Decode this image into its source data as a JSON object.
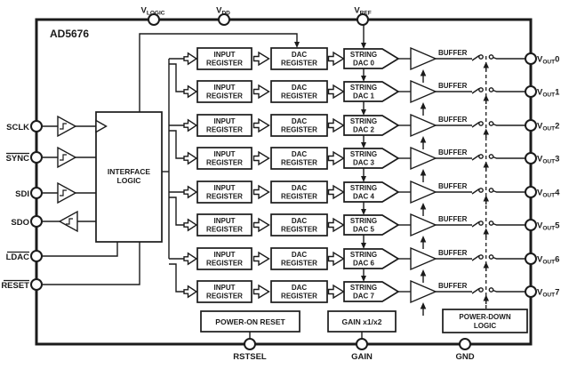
{
  "chip": {
    "title": "AD5676"
  },
  "top_pins": [
    {
      "main": "V",
      "sub": "LOGIC"
    },
    {
      "main": "V",
      "sub": "DD"
    },
    {
      "main": "V",
      "sub": "REF"
    }
  ],
  "left_pins": [
    {
      "label": "SCLK",
      "overline": false
    },
    {
      "label": "SYNC",
      "overline": true
    },
    {
      "label": "SDI",
      "overline": false
    },
    {
      "label": "SDO",
      "overline": false
    },
    {
      "label": "LDAC",
      "overline": true
    },
    {
      "label": "RESET",
      "overline": true
    }
  ],
  "interface_logic": {
    "line1": "INTERFACE",
    "line2": "LOGIC"
  },
  "row_labels": {
    "input1": "INPUT",
    "input2": "REGISTER",
    "dac1": "DAC",
    "dac2": "REGISTER",
    "string1": "STRING",
    "buffer": "BUFFER"
  },
  "vout_label": {
    "main": "V",
    "sub": "OUT"
  },
  "rows": [
    {
      "string_dac": "DAC 0",
      "vout_num": "0"
    },
    {
      "string_dac": "DAC 1",
      "vout_num": "1"
    },
    {
      "string_dac": "DAC 2",
      "vout_num": "2"
    },
    {
      "string_dac": "DAC 3",
      "vout_num": "3"
    },
    {
      "string_dac": "DAC 4",
      "vout_num": "4"
    },
    {
      "string_dac": "DAC 5",
      "vout_num": "5"
    },
    {
      "string_dac": "DAC 6",
      "vout_num": "6"
    },
    {
      "string_dac": "DAC 7",
      "vout_num": "7"
    }
  ],
  "bottom_blocks": {
    "power_on_reset": "POWER-ON RESET",
    "gain": "GAIN x1/x2",
    "power_down1": "POWER-DOWN",
    "power_down2": "LOGIC"
  },
  "bottom_pins": [
    {
      "label": "RSTSEL"
    },
    {
      "label": "GAIN"
    },
    {
      "label": "GND"
    }
  ]
}
